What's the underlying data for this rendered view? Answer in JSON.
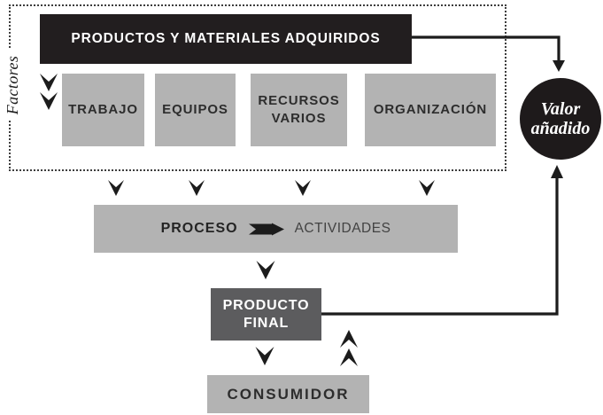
{
  "diagram": {
    "factores_label": "Factores",
    "header": "PRODUCTOS Y MATERIALES ADQUIRIDOS",
    "factors": [
      "TRABAJO",
      "EQUIPOS",
      "RECURSOS\nVARIOS",
      "ORGANIZACIÓN"
    ],
    "valor": "Valor\nañadido",
    "proceso": "PROCESO",
    "actividades": "ACTIVIDADES",
    "producto_final": "PRODUCTO\nFINAL",
    "consumidor": "CONSUMIDOR"
  },
  "icons": {
    "proceso_arrow": "thick-right-arrow",
    "flow_arrows": "chevron-down-arrow"
  },
  "colors": {
    "box_gray": "#b3b3b3",
    "dark_box_gray": "#5c5c5e",
    "black": "#221e1f",
    "line_black": "#1c1c1c",
    "text_dark": "#2d2d2d",
    "white": "#ffffff"
  }
}
